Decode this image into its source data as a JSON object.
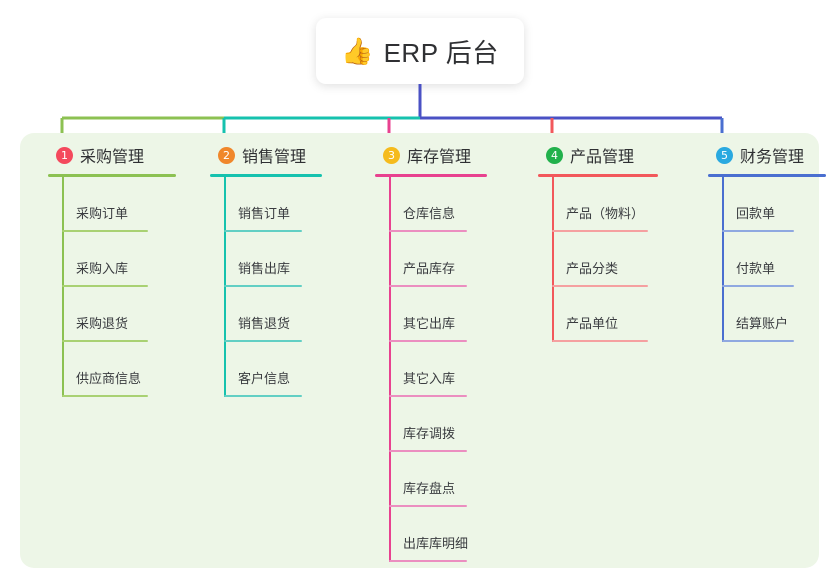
{
  "root": {
    "emoji": "👍",
    "emoji_name": "thumbs-up-icon",
    "title": "ERP 后台"
  },
  "colors": {
    "canvas": "#ffffff",
    "panel": "#edf6e7",
    "root_connector": "#4a51c4",
    "text": "#2f3033",
    "leaf_text": "#3a3c40"
  },
  "branches": [
    {
      "number": "1",
      "title": "采购管理",
      "badge_color": "#f4495d",
      "line_color": "#8cc152",
      "leaf_line_color": "#a9d173",
      "items": [
        {
          "label": "采购订单"
        },
        {
          "label": "采购入库"
        },
        {
          "label": "采购退货"
        },
        {
          "label": "供应商信息"
        }
      ]
    },
    {
      "number": "2",
      "title": "销售管理",
      "badge_color": "#f0872b",
      "line_color": "#16c2ae",
      "leaf_line_color": "#62cfc4",
      "items": [
        {
          "label": "销售订单"
        },
        {
          "label": "销售出库"
        },
        {
          "label": "销售退货"
        },
        {
          "label": "客户信息"
        }
      ]
    },
    {
      "number": "3",
      "title": "库存管理",
      "badge_color": "#f5bb1d",
      "line_color": "#e8418f",
      "leaf_line_color": "#eb8ec0",
      "items": [
        {
          "label": "仓库信息"
        },
        {
          "label": "产品库存"
        },
        {
          "label": "其它出库"
        },
        {
          "label": "其它入库"
        },
        {
          "label": "库存调拨"
        },
        {
          "label": "库存盘点"
        },
        {
          "label": "出库库明细"
        }
      ]
    },
    {
      "number": "4",
      "title": "产品管理",
      "badge_color": "#22b14c",
      "line_color": "#f2585b",
      "leaf_line_color": "#f5a0a0",
      "items": [
        {
          "label": "产品（物料）"
        },
        {
          "label": "产品分类"
        },
        {
          "label": "产品单位"
        }
      ]
    },
    {
      "number": "5",
      "title": "财务管理",
      "badge_color": "#2aa9e0",
      "line_color": "#4a6fd0",
      "leaf_line_color": "#8fa8e0",
      "items": [
        {
          "label": "回款单"
        },
        {
          "label": "付款单"
        },
        {
          "label": "结算账户"
        }
      ]
    }
  ]
}
